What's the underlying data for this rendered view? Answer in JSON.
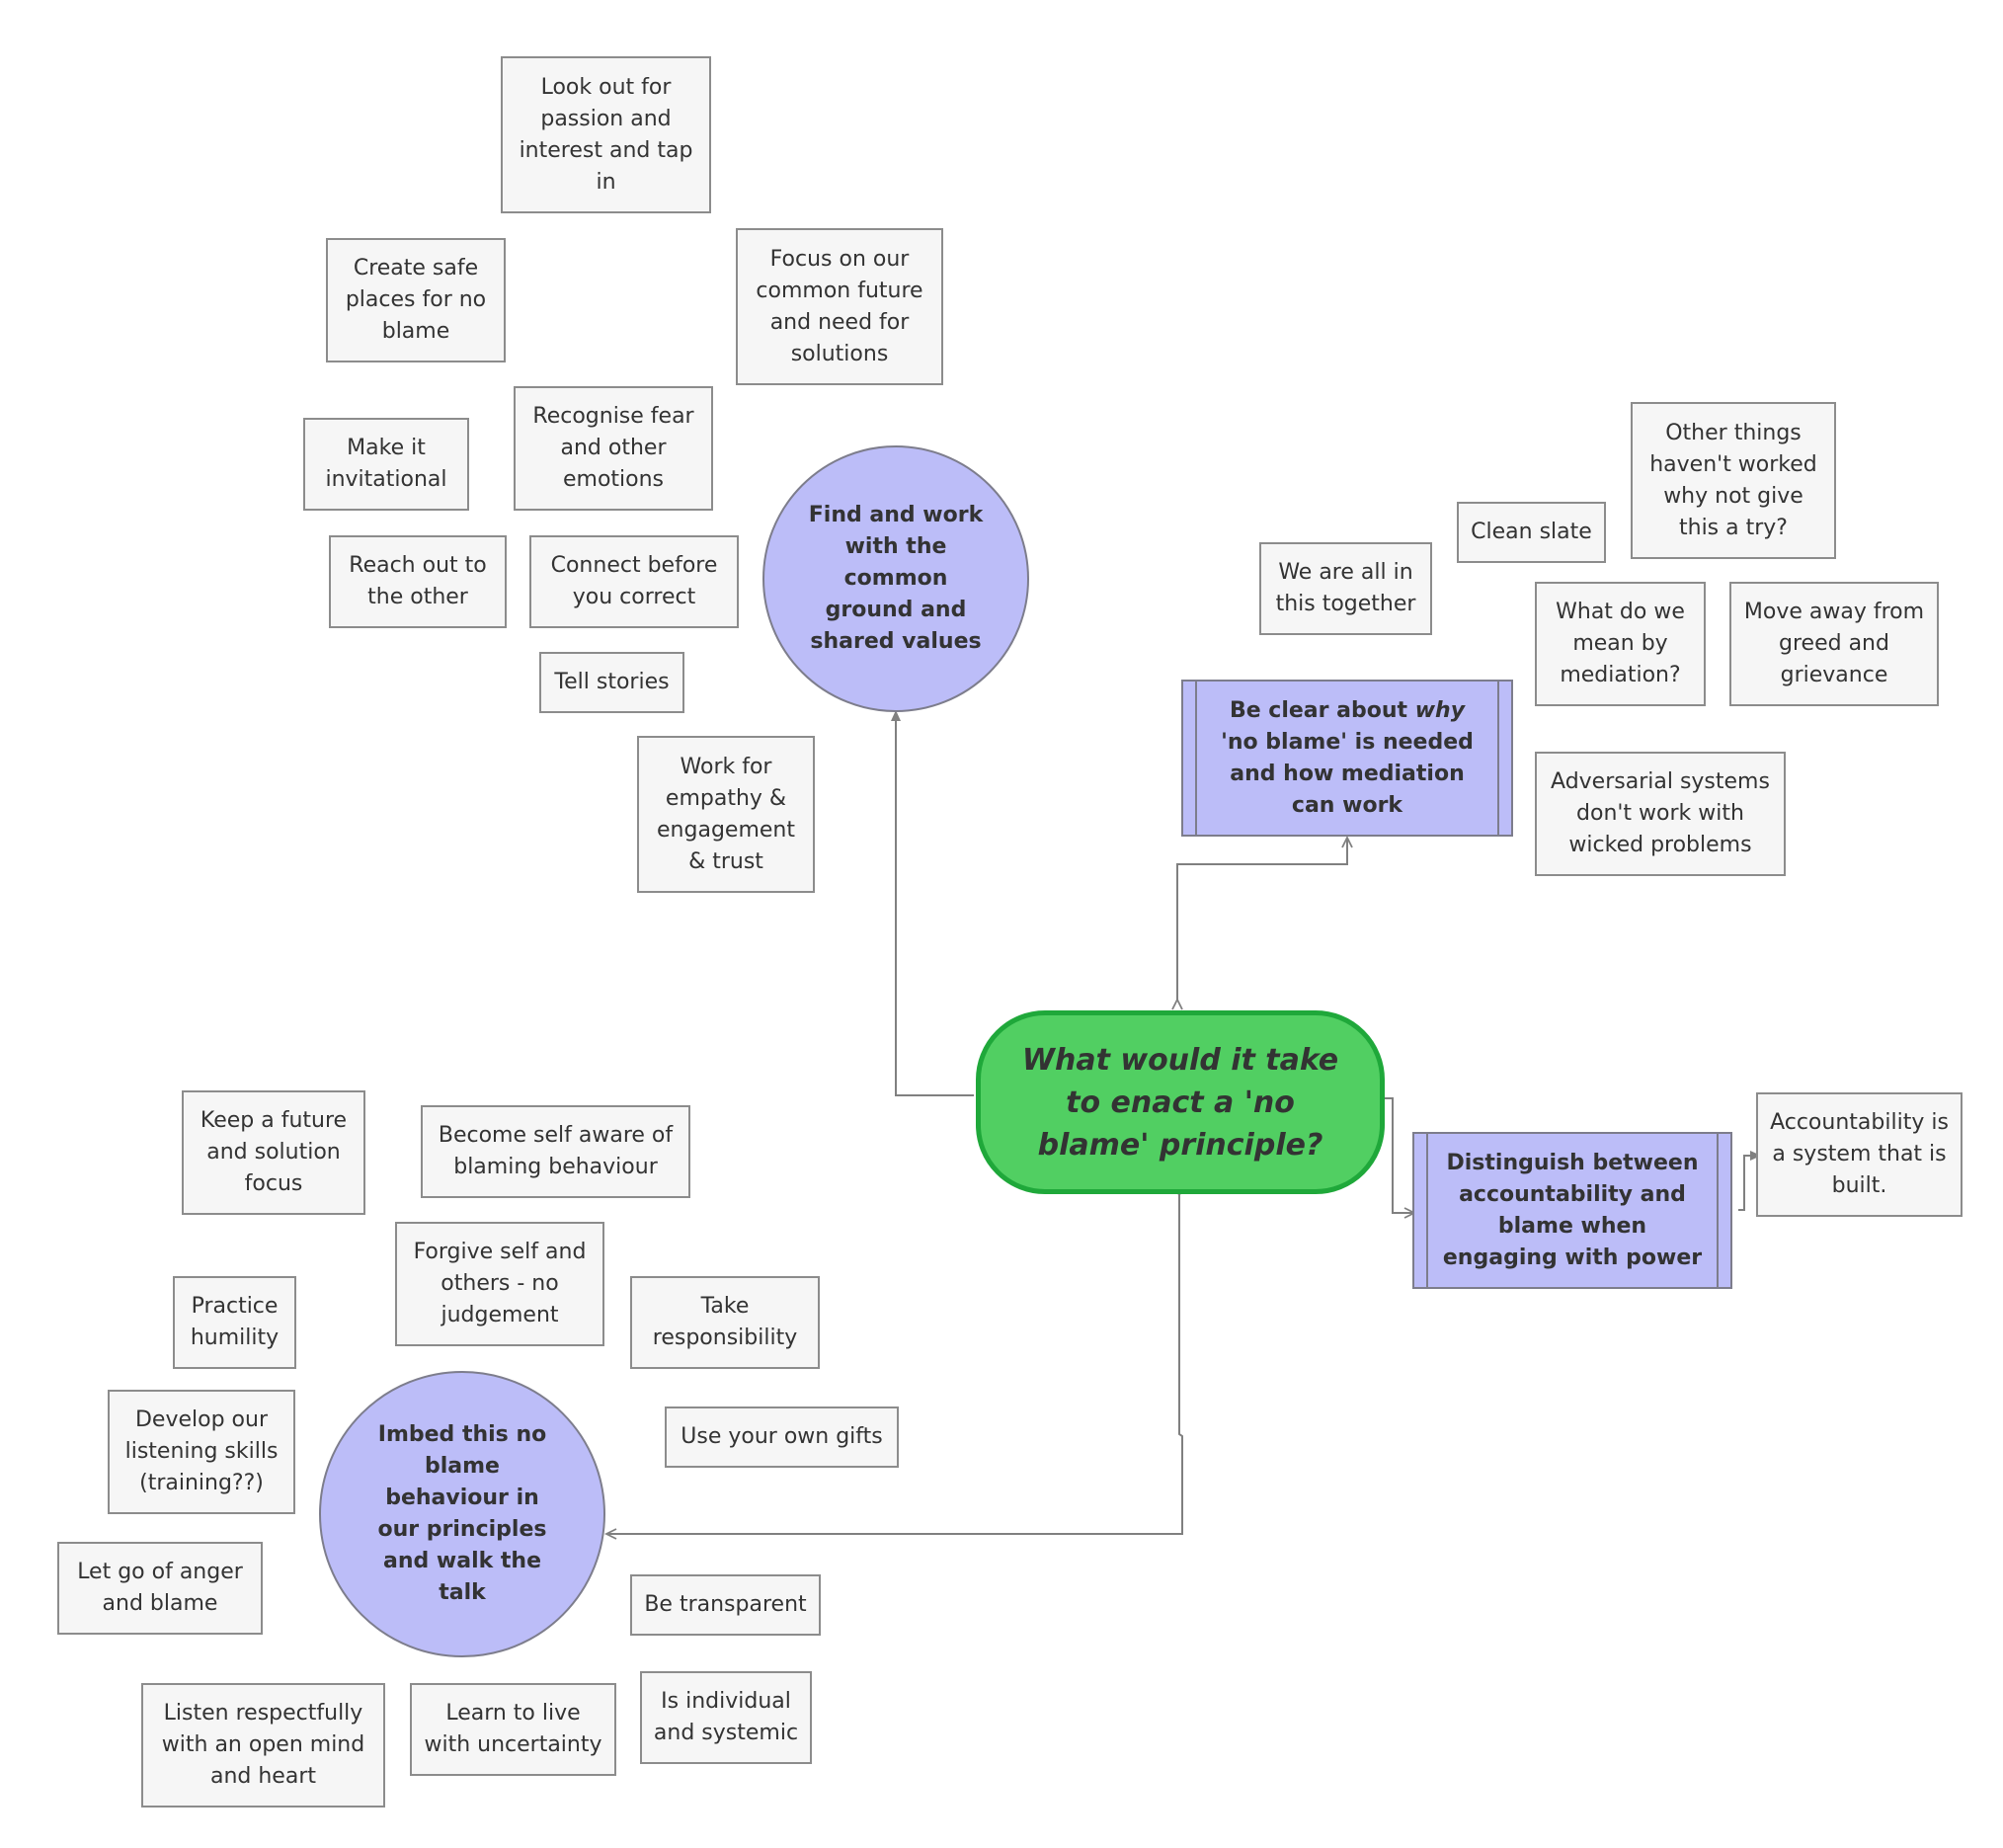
{
  "central": {
    "label": "What would it take to enact a 'no blame' principle?"
  },
  "branches": {
    "common_ground": {
      "label": "Find and work with the common ground and shared values",
      "notes": [
        "Look out for passion and interest and tap in",
        "Create safe places for no blame",
        "Focus on our common future and need for solutions",
        "Make it invitational",
        "Recognise fear and other emotions",
        "Reach out to the other",
        "Connect before you correct",
        "Tell stories",
        "Work for empathy & engagement & trust"
      ]
    },
    "be_clear": {
      "label_part1": "Be clear about ",
      "label_emphasis": "why",
      "label_part2": " 'no blame'  is needed and how mediation can work",
      "notes": [
        "We are all in this together",
        "Clean slate",
        "Other things haven't worked why not give this a try?",
        "What do we mean by mediation?",
        "Move away from greed and grievance",
        "Adversarial systems don't work with wicked problems"
      ]
    },
    "distinguish": {
      "label": "Distinguish between accountability and blame when engaging with power",
      "notes": [
        "Accountability is a system that is built."
      ]
    },
    "imbed": {
      "label": "Imbed this no blame behaviour in our principles and walk the talk",
      "notes": [
        "Keep a future and solution focus",
        "Become self aware of blaming behaviour",
        "Forgive self and others - no judgement",
        "Practice humility",
        "Take responsibility",
        "Develop our listening skills (training??)",
        "Use your own gifts",
        "Let go of anger and blame",
        "Be transparent",
        "Listen respectfully with an open mind and heart",
        "Learn to live with uncertainty",
        "Is individual and systemic"
      ]
    }
  },
  "colors": {
    "central_fill": "#51cf62",
    "central_border": "#1fa83a",
    "topic_fill": "#bcbdf8",
    "note_fill": "#f6f6f6",
    "connector": "#808080"
  }
}
